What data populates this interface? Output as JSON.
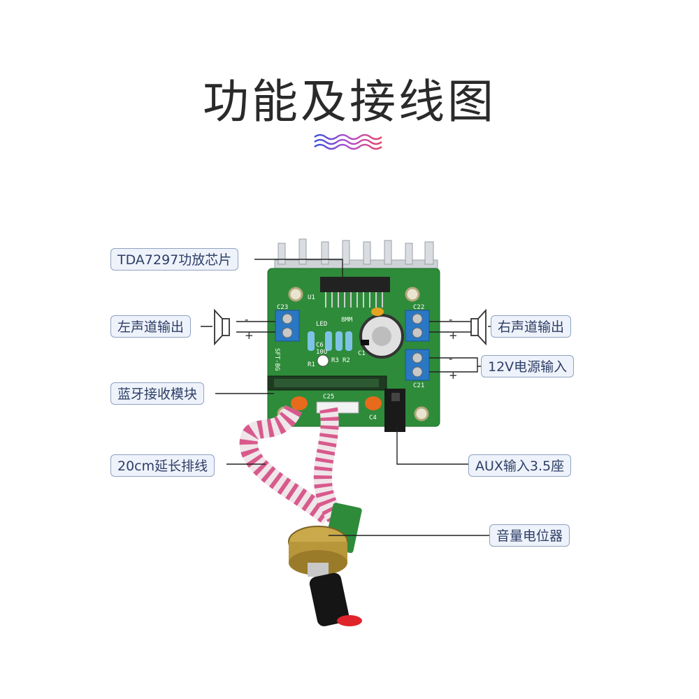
{
  "title": "功能及接线图",
  "labels": {
    "chip": "TDA7297功放芯片",
    "left_out": "左声道输出",
    "right_out": "右声道输出",
    "power_in": "12V电源输入",
    "bluetooth": "蓝牙接收模块",
    "cable": "20cm延长排线",
    "aux": "AUX输入3.5座",
    "volume": "音量电位器"
  },
  "board_text": {
    "u1": "U1",
    "c23": "C23",
    "c22": "C22",
    "c21": "C21",
    "c25": "C25",
    "c4": "C4",
    "c6": "C6",
    "led": "LED",
    "r1": "R1",
    "r2": "R2",
    "r3": "R3",
    "c1": "C1",
    "cap_val": "10U",
    "spacing": "8MM",
    "brand": "SFT-BG",
    "minus": "-",
    "plus": "+"
  },
  "colors": {
    "pcb": "#2e8b3a",
    "terminal": "#2a78c4",
    "heatsink": "#c9cdd2",
    "label_border": "#8fa3c0",
    "label_bg": "#eef2fa",
    "label_text": "#2d3e66",
    "cable_pink": "#d85a8c"
  },
  "icons": {
    "speaker_left": "speaker-icon",
    "speaker_right": "speaker-icon",
    "title_wave": "wave-decoration-icon"
  }
}
